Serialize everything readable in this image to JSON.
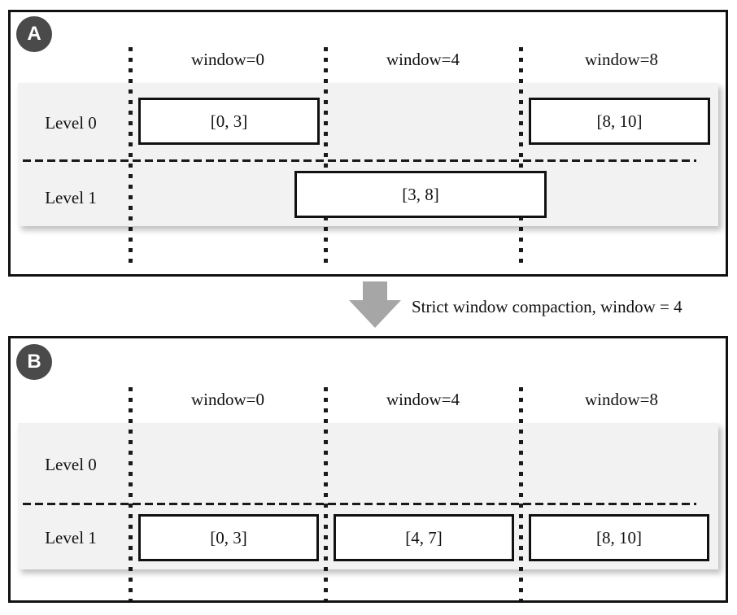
{
  "arrow": {
    "caption": "Strict window compaction, window = 4"
  },
  "colors": {
    "band_gray": "#f2f2f2",
    "badge_gray": "#4a4a4a",
    "arrow_gray": "#a6a6a6",
    "line_black": "#1a1a1a"
  },
  "panel_a": {
    "badge": "A",
    "columns": [
      "window=0",
      "window=4",
      "window=8"
    ],
    "rows": [
      "Level 0",
      "Level 1"
    ],
    "boxes": {
      "level0": [
        {
          "label": "[0, 3]"
        },
        {
          "label": "[8, 10]"
        }
      ],
      "level1": [
        {
          "label": "[3, 8]"
        }
      ]
    }
  },
  "panel_b": {
    "badge": "B",
    "columns": [
      "window=0",
      "window=4",
      "window=8"
    ],
    "rows": [
      "Level 0",
      "Level 1"
    ],
    "boxes": {
      "level0": [],
      "level1": [
        {
          "label": "[0, 3]"
        },
        {
          "label": "[4, 7]"
        },
        {
          "label": "[8, 10]"
        }
      ]
    }
  }
}
